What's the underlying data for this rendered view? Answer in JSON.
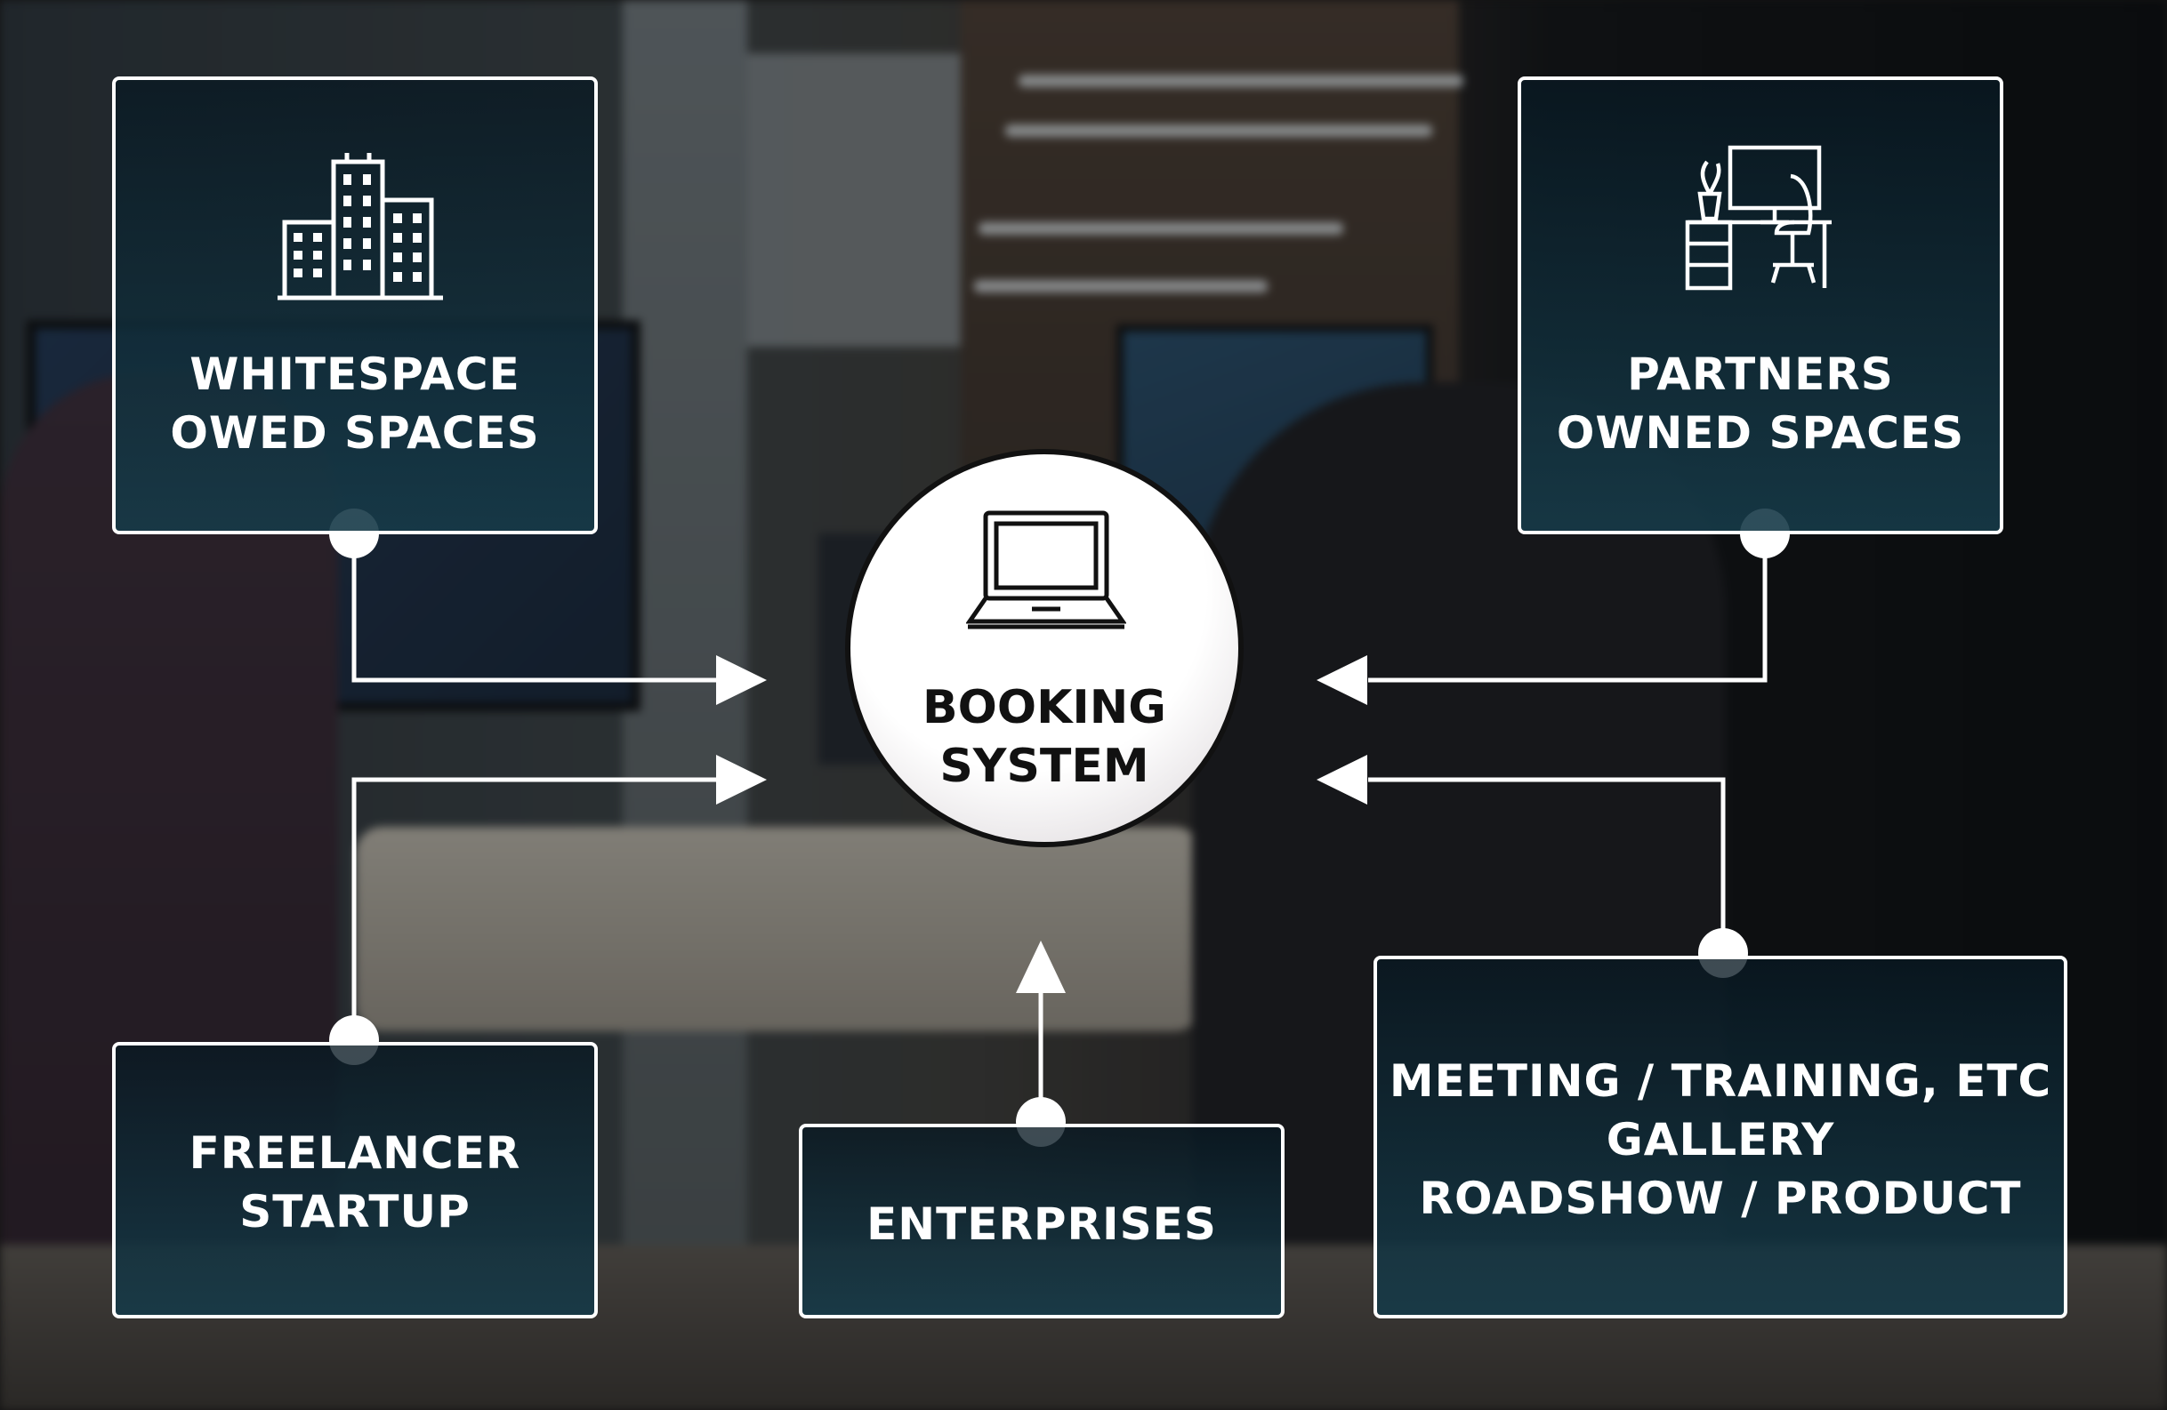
{
  "center": {
    "lines": [
      "BOOKING",
      "SYSTEM"
    ],
    "icon": "laptop-icon"
  },
  "nodes": {
    "whitespace": {
      "lines": [
        "WHITESPACE",
        "OWED SPACES"
      ],
      "icon": "city-buildings-icon"
    },
    "partners": {
      "lines": [
        "PARTNERS",
        "OWNED SPACES"
      ],
      "icon": "desk-workstation-icon"
    },
    "freelancer": {
      "lines": [
        "FREELANCER",
        "STARTUP"
      ]
    },
    "enterprises": {
      "lines": [
        "ENTERPRISES"
      ]
    },
    "meeting": {
      "lines": [
        "MEETING / TRAINING, ETC",
        "GALLERY",
        "ROADSHOW / PRODUCT"
      ]
    }
  },
  "colors": {
    "connector": "#ffffff",
    "box_border": "#ffffff",
    "box_fill": "#12303c",
    "circle_fill": "#ffffff",
    "center_text": "#111111",
    "node_text": "#ffffff"
  }
}
